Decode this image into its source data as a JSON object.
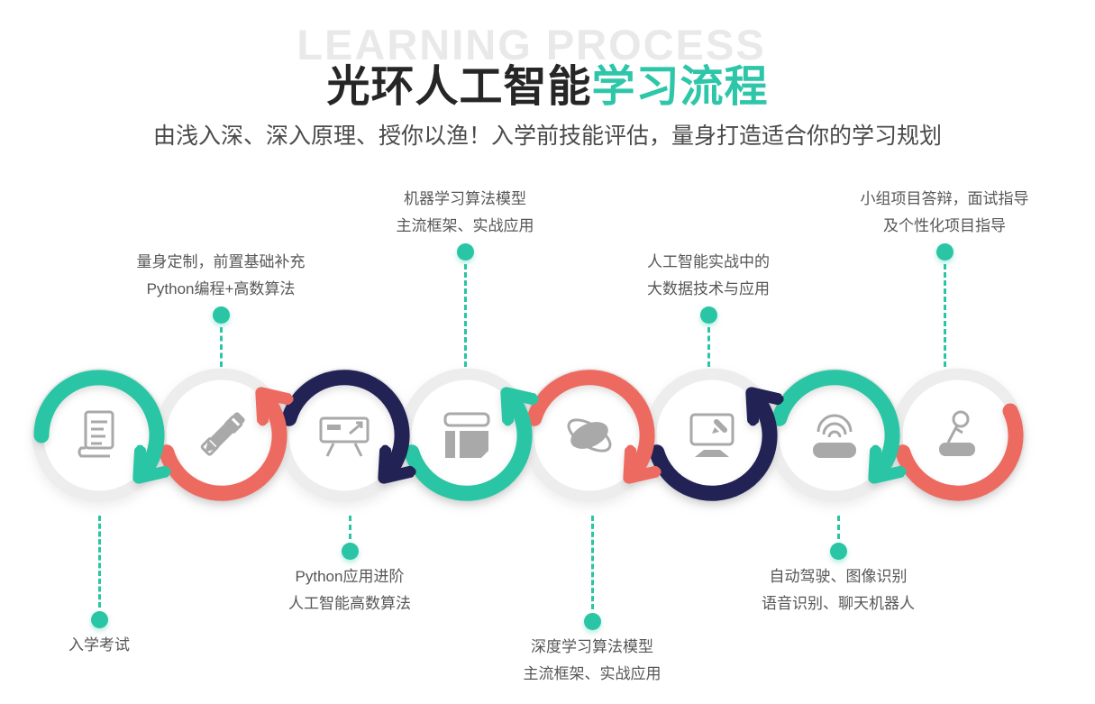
{
  "background_text": "LEARNING PROCESS",
  "title": {
    "prefix": "光环人工智能",
    "highlight": "学习流程"
  },
  "subtitle": "由浅入深、深入原理、授你以渔！入学前技能评估，量身打造适合你的学习规划",
  "colors": {
    "teal": "#29c5a4",
    "coral": "#ed6b60",
    "navy": "#212455",
    "ring_gray": "#ededed",
    "icon_gray": "#a9a9a9",
    "title_dark": "#262626",
    "title_teal": "#2ec6a8",
    "label_gray": "#575757",
    "bg_text_gray": "#e9e9e9"
  },
  "steps": [
    {
      "icon": "scroll-icon",
      "arc_color": "teal",
      "arc_position": "top",
      "callout_side": "bottom",
      "label_lines": [
        "入学考试"
      ]
    },
    {
      "icon": "pencil-ruler-icon",
      "arc_color": "coral",
      "arc_position": "bottom",
      "callout_side": "top",
      "label_lines": [
        "量身定制，前置基础补充",
        "Python编程+高数算法"
      ]
    },
    {
      "icon": "presentation-board-icon",
      "arc_color": "navy",
      "arc_position": "top",
      "callout_side": "bottom",
      "label_lines": [
        "Python应用进阶",
        "人工智能高数算法"
      ]
    },
    {
      "icon": "notebook-icon",
      "arc_color": "teal",
      "arc_position": "bottom",
      "callout_side": "top",
      "label_lines": [
        "机器学习算法模型",
        "主流框架、实战应用"
      ]
    },
    {
      "icon": "orbit-icon",
      "arc_color": "coral",
      "arc_position": "top",
      "callout_side": "bottom",
      "label_lines": [
        "深度学习算法模型",
        "主流框架、实战应用"
      ]
    },
    {
      "icon": "monitor-pencil-icon",
      "arc_color": "navy",
      "arc_position": "bottom",
      "callout_side": "top",
      "label_lines": [
        "人工智能实战中的",
        "大数据技术与应用"
      ]
    },
    {
      "icon": "router-wifi-icon",
      "arc_color": "teal",
      "arc_position": "top",
      "callout_side": "bottom",
      "label_lines": [
        "自动驾驶、图像识别",
        "语音识别、聊天机器人"
      ]
    },
    {
      "icon": "microphone-icon",
      "arc_color": "coral",
      "arc_position": "bottom",
      "callout_side": "top",
      "label_lines": [
        "小组项目答辩，面试指导",
        "及个性化项目指导"
      ]
    }
  ]
}
